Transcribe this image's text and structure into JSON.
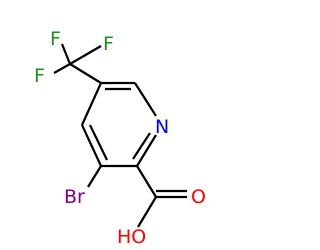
{
  "molecule": {
    "atoms": {
      "F1": {
        "label": "F",
        "color": "#228b22"
      },
      "F2": {
        "label": "F",
        "color": "#228b22"
      },
      "F3": {
        "label": "F",
        "color": "#228b22"
      },
      "N": {
        "label": "N",
        "color": "#0000ff"
      },
      "Br": {
        "label": "Br",
        "color": "#800080"
      },
      "O": {
        "label": "O",
        "color": "#ff0000"
      },
      "OH": {
        "label": "HO",
        "color": "#ff0000"
      }
    },
    "bond_color": "#000000"
  }
}
